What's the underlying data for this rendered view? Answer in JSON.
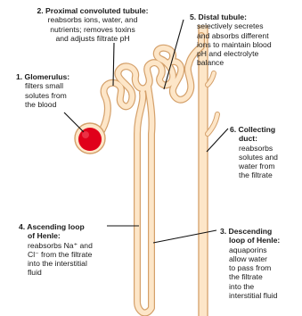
{
  "labels": {
    "proximal": {
      "title": "2. Proximal convoluted tubule:",
      "lines": [
        "reabsorbs ions, water, and",
        "nutrients; removes toxins",
        "and adjusts filtrate pH"
      ]
    },
    "distal": {
      "title": "5. Distal tubule:",
      "lines": [
        "selectively secretes",
        "and absorbs different",
        "ions to maintain blood",
        "pH and electrolyte",
        "balance"
      ]
    },
    "glomerulus": {
      "title": "1. Glomerulus:",
      "lines": [
        "filters small",
        "solutes from",
        "the blood"
      ]
    },
    "collecting": {
      "title_lines": [
        "6. Collecting",
        "duct:"
      ],
      "lines": [
        "reabsorbs",
        "solutes and",
        "water from",
        "the filtrate"
      ]
    },
    "ascending": {
      "title_lines": [
        "4. Ascending loop",
        "of Henle:"
      ],
      "lines": [
        "reabsorbs Na⁺ and",
        "Cl⁻ from the filtrate",
        "into the interstitial",
        "fluid"
      ]
    },
    "descending": {
      "title_lines": [
        "3. Descending",
        "loop of Henle:"
      ],
      "lines": [
        "aquaporins",
        "allow water",
        "to pass from",
        "the filtrate",
        "into the",
        "interstitial fluid"
      ]
    }
  },
  "colors": {
    "tubule_fill": "#fde6c8",
    "tubule_stroke": "#d4a06a",
    "glomerulus": "#e0001a",
    "pointer": "#111111"
  }
}
